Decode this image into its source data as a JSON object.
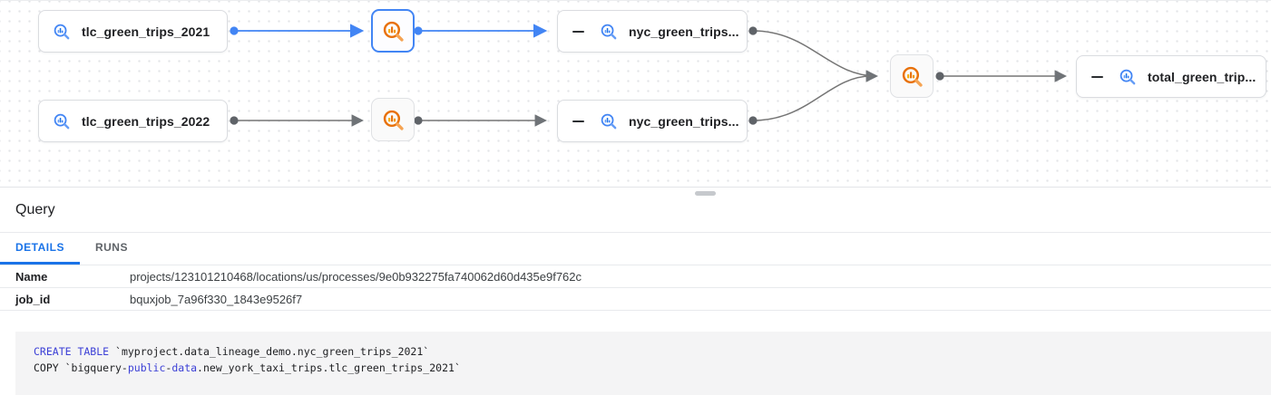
{
  "graph": {
    "nodes": [
      {
        "label": "tlc_green_trips_2021",
        "type": "table"
      },
      {
        "label": "tlc_green_trips_2022",
        "type": "table"
      },
      {
        "label": "nyc_green_trips...",
        "type": "table",
        "collapsible": true
      },
      {
        "label": "nyc_green_trips...",
        "type": "table",
        "collapsible": true
      },
      {
        "label": "total_green_trip...",
        "type": "table",
        "collapsible": true
      }
    ],
    "icons": {
      "table": "bigquery-table-icon",
      "process": "process-query-icon",
      "collapse": "minus-icon"
    },
    "colors": {
      "selected_edge": "#4285f4",
      "edge": "#757575",
      "edge_dot": "#5f6368",
      "selected_border": "#4285f4",
      "table_icon": "#4285f4",
      "process_icon": "#e8710a"
    }
  },
  "panel": {
    "title": "Query",
    "tabs": [
      {
        "label": "DETAILS",
        "active": true
      },
      {
        "label": "RUNS",
        "active": false
      }
    ],
    "details": [
      {
        "label": "Name",
        "value": "projects/123101210468/locations/us/processes/9e0b932275fa740062d60d435e9f762c"
      },
      {
        "label": "job_id",
        "value": "bquxjob_7a96f330_1843e9526f7"
      }
    ],
    "sql_lines": [
      [
        {
          "text": "CREATE TABLE",
          "type": "keyword"
        },
        {
          "text": " `myproject.data_lineage_demo.nyc_green_trips_2021`",
          "type": "plain"
        }
      ],
      [
        {
          "text": "COPY `bigquery-",
          "type": "plain"
        },
        {
          "text": "public",
          "type": "keyword"
        },
        {
          "text": "-",
          "type": "plain"
        },
        {
          "text": "data",
          "type": "keyword"
        },
        {
          "text": ".new_york_taxi_trips.tlc_green_trips_2021`",
          "type": "plain"
        }
      ]
    ]
  }
}
